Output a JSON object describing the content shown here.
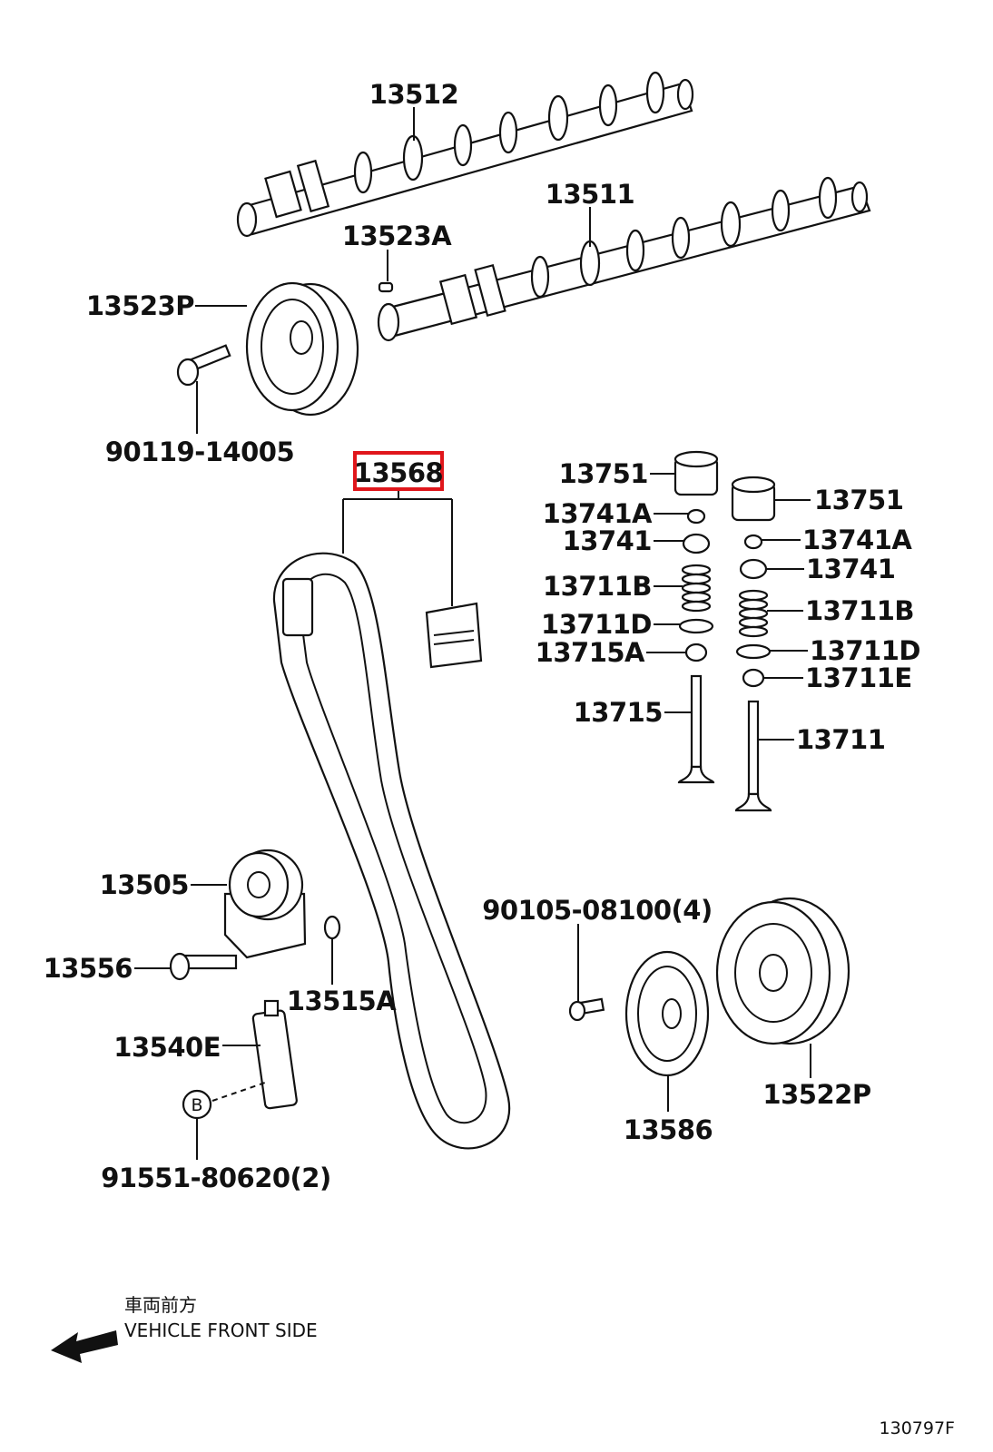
{
  "highlight_color": "#e0161b",
  "labels": {
    "p13512": "13512",
    "p13511": "13511",
    "p13523A": "13523A",
    "p13523P": "13523P",
    "p90119": "90119-14005",
    "p13568": "13568",
    "p13751_l": "13751",
    "p13751_r": "13751",
    "p13741A_l": "13741A",
    "p13741A_r": "13741A",
    "p13741_l": "13741",
    "p13741_r": "13741",
    "p13711B_l": "13711B",
    "p13711B_r": "13711B",
    "p13711D_l": "13711D",
    "p13711D_r": "13711D",
    "p13715A": "13715A",
    "p13711E": "13711E",
    "p13715": "13715",
    "p13711": "13711",
    "p13505": "13505",
    "p13556": "13556",
    "p13515A": "13515A",
    "p13540E": "13540E",
    "p91551": "91551-80620(2)",
    "p90105": "90105-08100(4)",
    "p13586": "13586",
    "p13522P": "13522P"
  },
  "callout_b": "B",
  "direction_jp": "車両前方",
  "direction_en": "VEHICLE FRONT SIDE",
  "figure_ref": "130797F"
}
